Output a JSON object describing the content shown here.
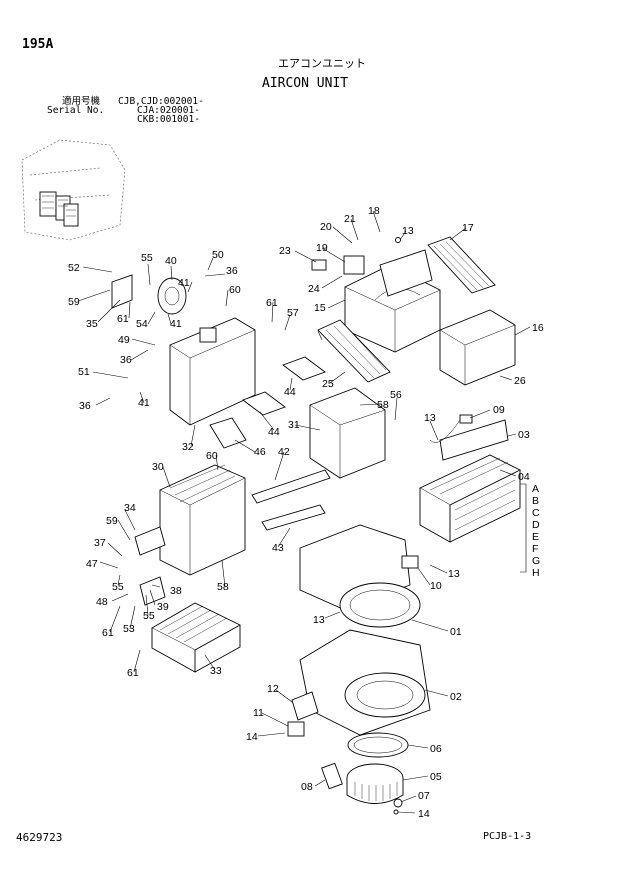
{
  "page": "195A",
  "title_jp": "エアコンユニット",
  "title_en": "AIRCON UNIT",
  "serial": {
    "label_jp": "適用号機",
    "label_en": "Serial No.",
    "ranges": [
      "CJB,CJD:002001-",
      "CJA:020001-",
      "CKB:001001-"
    ]
  },
  "part_number": "4629723",
  "reference": "PCJB-1-3",
  "callouts": [
    "52",
    "55",
    "40",
    "50",
    "36",
    "41",
    "60",
    "59",
    "35",
    "61",
    "54",
    "41",
    "49",
    "36",
    "51",
    "36",
    "41",
    "61",
    "57",
    "32",
    "60",
    "30",
    "34",
    "59",
    "37",
    "47",
    "55",
    "48",
    "61",
    "53",
    "55",
    "39",
    "38",
    "58",
    "61",
    "33",
    "23",
    "20",
    "21",
    "18",
    "13",
    "17",
    "19",
    "24",
    "15",
    "61",
    "57",
    "25",
    "16",
    "26",
    "44",
    "44",
    "58",
    "56",
    "31",
    "46",
    "42",
    "13",
    "09",
    "03",
    "04",
    "A",
    "B",
    "C",
    "D",
    "E",
    "F",
    "G",
    "H",
    "43",
    "10",
    "13",
    "13",
    "01",
    "12",
    "02",
    "11",
    "14",
    "06",
    "08",
    "05",
    "07",
    "14"
  ]
}
